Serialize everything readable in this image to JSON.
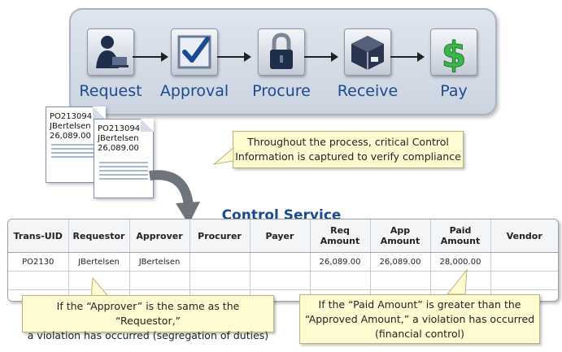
{
  "process": {
    "steps": [
      {
        "label": "Request",
        "icon": "person-laptop-icon"
      },
      {
        "label": "Approval",
        "icon": "checkmark-icon"
      },
      {
        "label": "Procure",
        "icon": "padlock-icon"
      },
      {
        "label": "Receive",
        "icon": "package-icon"
      },
      {
        "label": "Pay",
        "icon": "dollar-sign-icon"
      }
    ]
  },
  "documents": [
    {
      "line1": "PO213094",
      "line2": "JBertelsen",
      "line3": "26,089.00"
    },
    {
      "line1": "PO213094",
      "line2": "JBertelsen",
      "line3": "26,089.00"
    }
  ],
  "callouts": {
    "top": {
      "line1": "Throughout the process, critical Control",
      "line2": "Information is captured to verify compliance"
    },
    "left": {
      "line1": "If the “Approver” is the same as the “Requestor,”",
      "line2": "a violation has occurred (segregation of duties)"
    },
    "right": {
      "line1": "If the “Paid Amount” is greater than the",
      "line2": "“Approved Amount,” a violation has occurred",
      "line3": "(financial control)"
    }
  },
  "control_service": {
    "title": "Control Service",
    "headers": [
      "Trans-UID",
      "Requestor",
      "Approver",
      "Procurer",
      "Payer",
      "Req\nAmount",
      "App\nAmount",
      "Paid\nAmount",
      "Vendor"
    ],
    "rows": [
      [
        "PO2130",
        "JBertelsen",
        "JBertelsen",
        "",
        "",
        "26,089.00",
        "26,089.00",
        "28,000.00",
        ""
      ],
      [
        "",
        "",
        "",
        "",
        "",
        "",
        "",
        "",
        ""
      ],
      [
        "",
        "",
        "",
        "",
        "",
        "",
        "",
        "",
        ""
      ]
    ]
  },
  "colors": {
    "accent": "#1c4a90",
    "callout_bg": "#fffbd0",
    "money_green": "#3db54a"
  }
}
